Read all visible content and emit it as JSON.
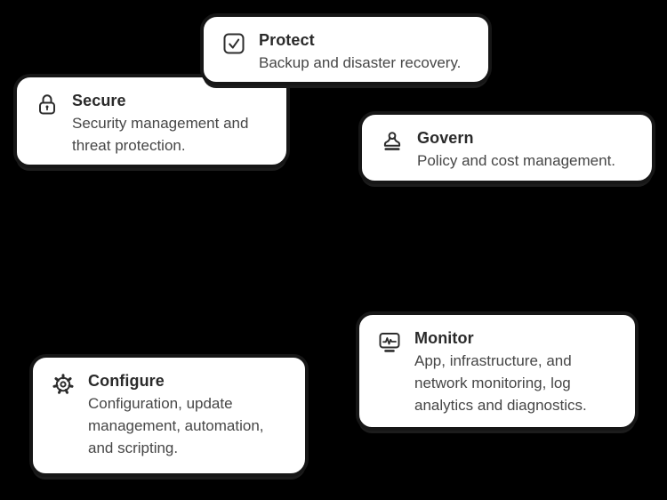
{
  "canvas": {
    "background_color": "#000000",
    "card_background_color": "#ffffff",
    "card_border_color": "#161616",
    "title_color": "#2a2a2a",
    "description_color": "#464646",
    "icon_color": "#2d2d2d"
  },
  "cards": [
    {
      "title": "Protect",
      "description": "Backup and disaster recovery.",
      "icon": "checkbox-check-icon"
    },
    {
      "title": "Secure",
      "description": "Security management and threat protection.",
      "icon": "lock-icon"
    },
    {
      "title": "Govern",
      "description": "Policy and cost management.",
      "icon": "stamp-icon"
    },
    {
      "title": "Monitor",
      "description": "App, infrastructure, and network monitoring, log analytics and diagnostics.",
      "icon": "monitor-pulse-icon"
    },
    {
      "title": "Configure",
      "description": "Configuration, update management, automation, and scripting.",
      "icon": "gear-icon"
    }
  ]
}
